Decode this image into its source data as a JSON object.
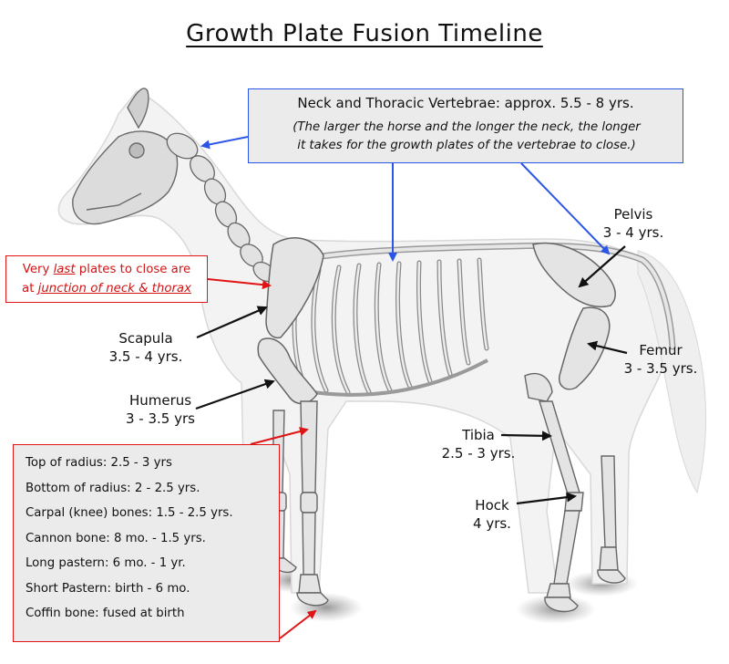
{
  "title": "Growth Plate Fusion Timeline",
  "neck_box": {
    "heading": "Neck and Thoracic Vertebrae: approx. 5.5 - 8 yrs.",
    "note_line1": "(The larger the horse and the longer the neck, the longer",
    "note_line2": "it takes for the growth plates of the vertebrae to close.)"
  },
  "last_plates": {
    "pre": "Very ",
    "emph": "last",
    "post": " plates to close are",
    "line2_pre": "at ",
    "line2_emph": "junction of neck & thorax"
  },
  "labels": {
    "pelvis": {
      "name": "Pelvis",
      "age": "3 - 4 yrs."
    },
    "scapula": {
      "name": "Scapula",
      "age": "3.5 - 4 yrs."
    },
    "femur": {
      "name": "Femur",
      "age": "3 - 3.5 yrs."
    },
    "humerus": {
      "name": "Humerus",
      "age": "3 - 3.5 yrs"
    },
    "tibia": {
      "name": "Tibia",
      "age": "2.5 - 3 yrs."
    },
    "hock": {
      "name": "Hock",
      "age": "4 yrs."
    }
  },
  "leg_list": [
    "Top of radius: 2.5 - 3 yrs",
    "Bottom of radius: 2 - 2.5 yrs.",
    "Carpal (knee) bones: 1.5 - 2.5 yrs.",
    "Cannon bone: 8 mo. - 1.5 yrs.",
    "Long pastern: 6 mo. - 1 yr.",
    "Short Pastern: birth - 6 mo.",
    "Coffin bone: fused at birth"
  ],
  "colors": {
    "blue_arrow": "#2b55e6",
    "red_arrow": "#e01414",
    "black_arrow": "#111111",
    "box_fill": "#ebebeb"
  }
}
